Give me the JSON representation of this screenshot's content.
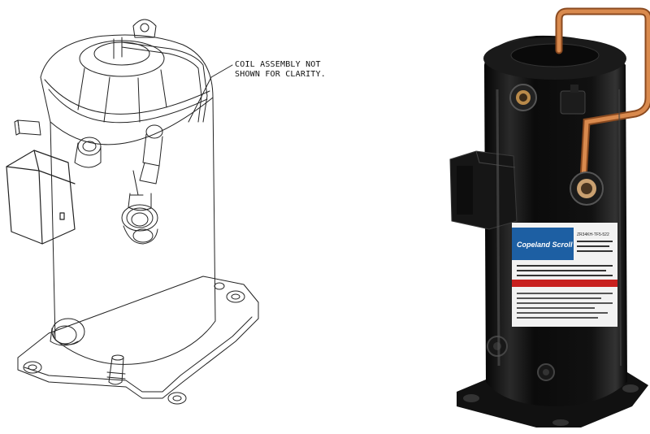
{
  "drawing": {
    "annotation_lines": [
      "COIL ASSEMBLY NOT",
      "SHOWN FOR CLARITY."
    ]
  },
  "photo": {
    "brand": "Copeland Scroll",
    "model": "ZR34KH-TF5-522",
    "colors": {
      "shell": "#0c0c0c",
      "copper": "#c9733c",
      "label_blue": "#1d5fa3",
      "label_red": "#c8201e"
    }
  }
}
